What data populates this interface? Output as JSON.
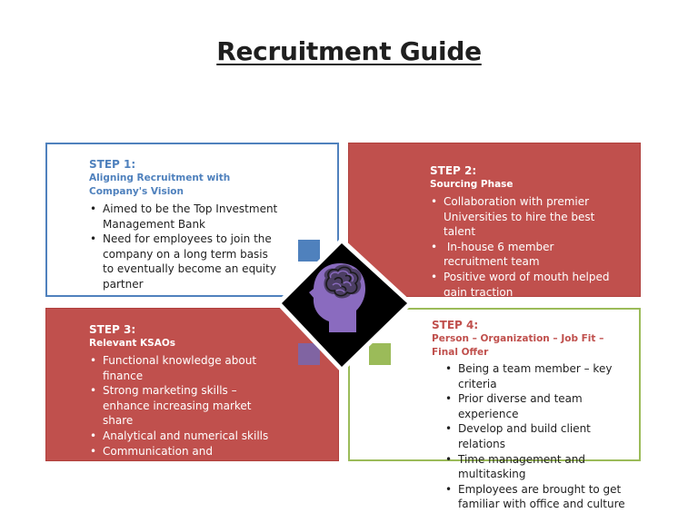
{
  "title": "Recruitment Guide",
  "colors": {
    "blue": "#4f81bd",
    "red": "#c0504d",
    "green": "#9bbb59",
    "purple": "#8064a2",
    "head": "#8a6bbf"
  },
  "center_icon": "head-with-brain-icon",
  "steps": [
    {
      "step": "STEP 1:",
      "subtitle": "Aligning Recruitment with Company's Vision",
      "bullets": [
        "Aimed to be the Top Investment Management Bank",
        "Need for employees to join the company on a long term basis to eventually become an equity partner"
      ]
    },
    {
      "step": "STEP 2:",
      "subtitle": "Sourcing Phase",
      "bullets": [
        "Collaboration with premier Universities to hire the best talent",
        " In-house 6 member recruitment team",
        "Positive word of mouth helped gain traction"
      ]
    },
    {
      "step": "STEP 3:",
      "subtitle": "Relevant KSAOs",
      "bullets": [
        "Functional knowledge about finance",
        "Strong marketing skills – enhance increasing market share",
        "Analytical and numerical skills",
        "Communication and"
      ]
    },
    {
      "step": "STEP 4:",
      "subtitle": "Person – Organization – Job Fit – Final Offer",
      "bullets": [
        "Being a team member – key criteria",
        "Prior diverse and team experience",
        "Develop and build client relations",
        "Time management and multitasking",
        "Employees are brought to get familiar with office and culture"
      ]
    }
  ]
}
